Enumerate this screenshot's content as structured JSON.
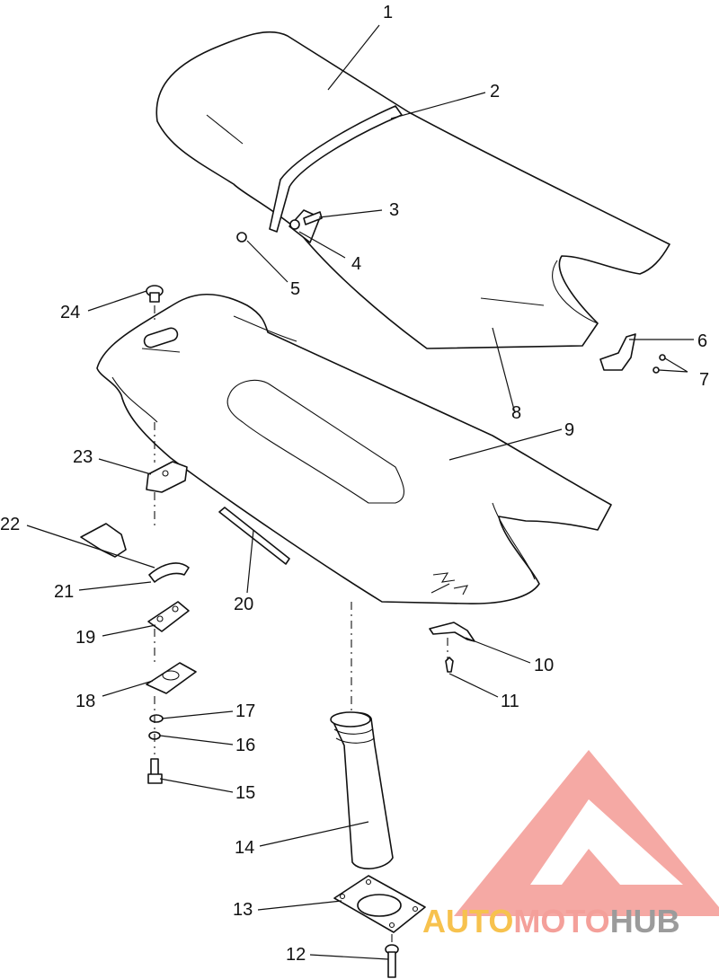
{
  "callouts": {
    "c1": "1",
    "c2": "2",
    "c3": "3",
    "c4": "4",
    "c5": "5",
    "c6": "6",
    "c7": "7",
    "c8": "8",
    "c9": "9",
    "c10": "10",
    "c11": "11",
    "c12": "12",
    "c13": "13",
    "c14": "14",
    "c15": "15",
    "c16": "16",
    "c17": "17",
    "c18": "18",
    "c19": "19",
    "c20": "20",
    "c21": "21",
    "c22": "22",
    "c23": "23",
    "c24": "24"
  },
  "watermark": {
    "word_auto": "AUTO",
    "word_moto": "MOTO",
    "word_hub": "HUB",
    "color_primary": "#f4a09a",
    "color_accent": "#f7c24e",
    "color_dark": "#9b9b9b"
  }
}
